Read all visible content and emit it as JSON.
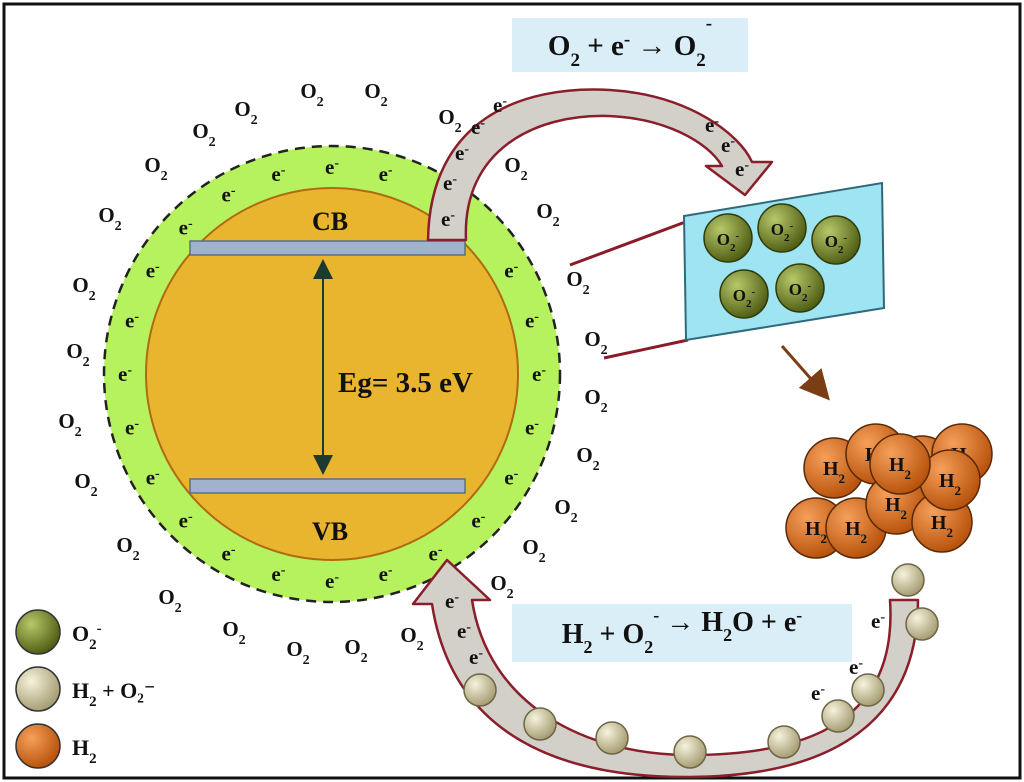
{
  "colors": {
    "frame": "#111111",
    "shell": "#b6f25e",
    "core": "#eab52e",
    "core_stroke": "#b06a12",
    "band": "#9fb4cc",
    "equation_box": "#d9eef6",
    "zoom_box": "#9fe4f2",
    "zoom_line": "#8b1a2b",
    "arrow_fill": "#d2d0c9",
    "arrow_stroke": "#8a1e2a",
    "superoxide": "#6b7d22",
    "reactant": "#d8d1ab",
    "hydrogen": "#e06d18"
  },
  "labels": {
    "conduction_band": "CB",
    "valence_band": "VB",
    "band_gap": "Eg= 3.5 eV",
    "electron_base": "e",
    "minus": "-",
    "oxygen_base": "O",
    "hydrogen_base": "H",
    "subscript_two": "2"
  },
  "equations": {
    "top": {
      "r1_base": "O",
      "r1_sub": "2",
      "plus": " + ",
      "e_base": "e",
      "e_sup": "-",
      "arrow": " → ",
      "p_base": "O",
      "p_sub": "2",
      "p_sup": "-"
    },
    "bottom": {
      "r1_base": "H",
      "r1_sub": "2",
      "plus1": " + ",
      "r2_base": "O",
      "r2_sub": "2",
      "r2_sup": "-",
      "arrow": " → ",
      "p_base": "H",
      "p_sub": "2",
      "p_tail": "O",
      "plus2": " + ",
      "e_base": "e",
      "e_sup": "-"
    }
  },
  "legend": [
    {
      "swatch": "superoxide",
      "base": "O",
      "sub": "2",
      "sup": "-",
      "tail": ""
    },
    {
      "swatch": "reactant",
      "base": "H",
      "sub": "2",
      "sup": "",
      "tail": " + O₂⁻"
    },
    {
      "swatch": "hydrogen",
      "base": "H",
      "sub": "2",
      "sup": "",
      "tail": ""
    }
  ],
  "counts": {
    "zoom_superoxide": 5,
    "hydrogen_cluster": 10,
    "reactant_particles": 9
  }
}
